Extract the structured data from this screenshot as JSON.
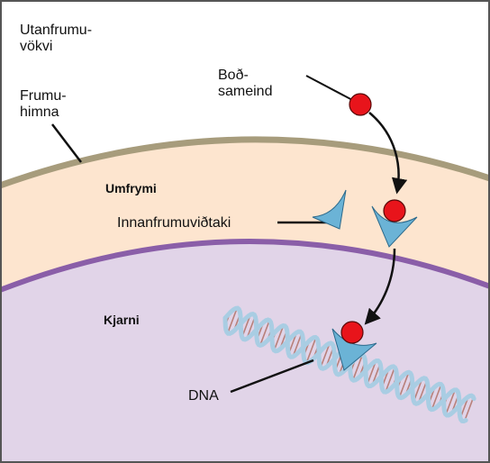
{
  "labels": {
    "extracellular_1": "Utanfrumu-",
    "extracellular_2": "vökvi",
    "membrane_1": "Frumu-",
    "membrane_2": "himna",
    "signal_1": "Boð-",
    "signal_2": "sameind",
    "cytoplasm": "Umfrymi",
    "receptor": "Innanfrumuviðtaki",
    "nucleus": "Kjarni",
    "dna": "DNA"
  },
  "colors": {
    "extracellular": "#ffffff",
    "cytoplasm": "#fde5cf",
    "cell_membrane": "#a79c7c",
    "nucleus": "#e1d4e8",
    "nuclear_membrane": "#8a5ea8",
    "receptor": "#6bb3d6",
    "signal_molecule": "#e8141b",
    "dna_strand": "#a9cde3",
    "dna_rung": "#b8807a",
    "frame": "#555555"
  },
  "icons": [
    "signal-molecule",
    "receptor",
    "dna-helix",
    "arrow"
  ]
}
